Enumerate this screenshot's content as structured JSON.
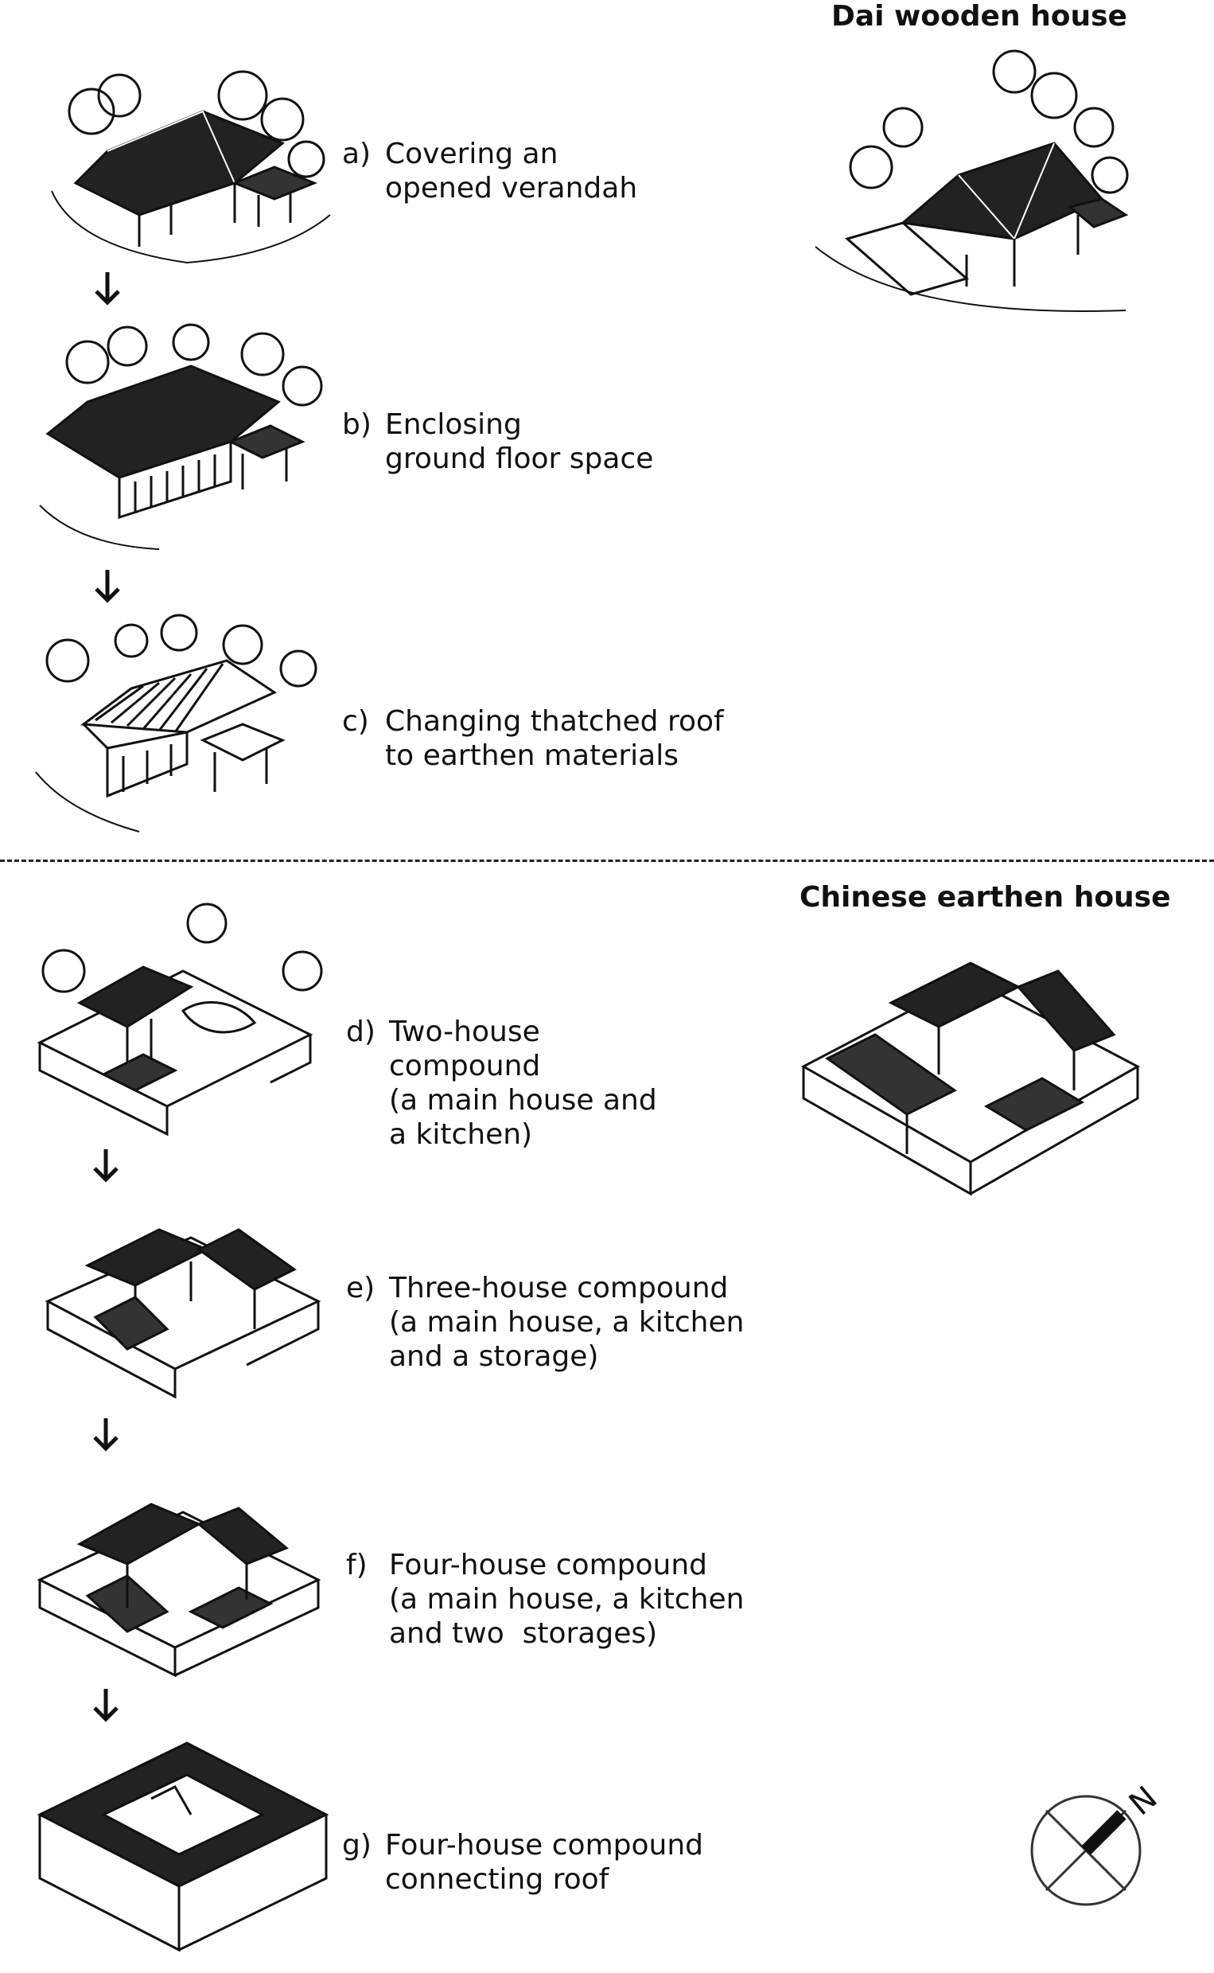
{
  "sections": [
    {
      "heading": "Dai wooden house",
      "steps": [
        {
          "letter": "a)",
          "text": "Covering an\nopened verandah"
        },
        {
          "letter": "b)",
          "text": "Enclosing\nground floor space"
        },
        {
          "letter": "c)",
          "text": "Changing thatched roof\nto earthen materials"
        }
      ]
    },
    {
      "heading": "Chinese earthen house",
      "steps": [
        {
          "letter": "d)",
          "text": "Two-house\ncompound\n(a main house and\na kitchen)"
        },
        {
          "letter": "e)",
          "text": "Three-house compound\n(a main house, a kitchen\nand a storage)"
        },
        {
          "letter": "f)",
          "text": "Four-house compound\n(a main house, a kitchen\nand two  storages)"
        },
        {
          "letter": "g)",
          "text": "Four-house compound\nconnecting roof"
        }
      ]
    }
  ],
  "compass": {
    "label": "N"
  },
  "icons": {
    "step_arrow": "down-arrow-icon",
    "compass": "north-compass-icon"
  }
}
